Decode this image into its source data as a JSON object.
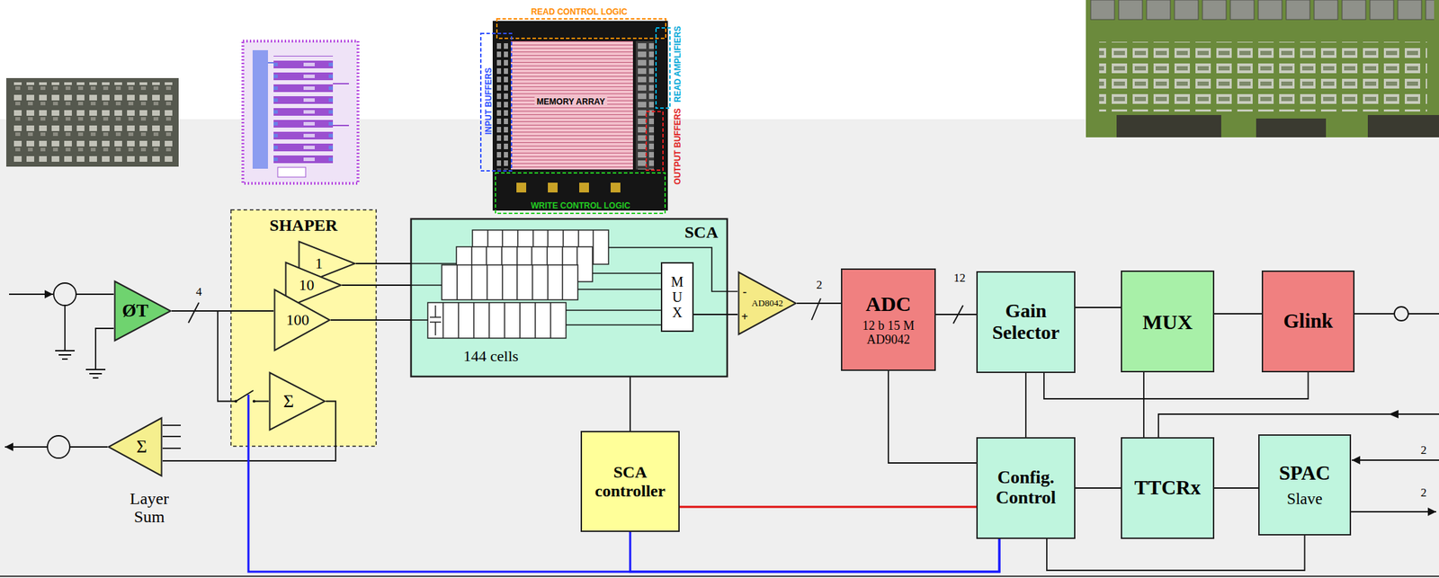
{
  "diagram": {
    "nodes": [
      {
        "text": [
          "ØT"
        ]
      },
      {
        "text": [
          "SHAPER"
        ]
      },
      {
        "text": [
          "1"
        ],
        "in": 1
      },
      {
        "text": [
          "10"
        ],
        "in": 1
      },
      {
        "text": [
          "100"
        ],
        "in": 1
      },
      {
        "text": [
          "Σ"
        ],
        "in": 1
      },
      {
        "text": [
          "Σ",
          "Layer Sum"
        ]
      },
      {
        "text": [
          "SCA",
          "144 cells"
        ]
      },
      {
        "text": [
          "M U X"
        ],
        "in": 7
      },
      {
        "text": [
          "AD8042"
        ]
      },
      {
        "text": [
          "ADC",
          "12 b 15 M AD9042"
        ]
      },
      {
        "text": [
          "Gain Selector"
        ]
      },
      {
        "text": [
          "MUX"
        ]
      },
      {
        "text": [
          "Glink"
        ]
      },
      {
        "text": [
          "SCA controller"
        ]
      },
      {
        "text": [
          "Config. Control"
        ]
      },
      {
        "text": [
          "TTCRx"
        ]
      },
      {
        "text": [
          "SPAC",
          "Slave"
        ]
      }
    ],
    "edges": [
      {
        "from": 0,
        "to": 4,
        "arrow": "none"
      },
      {
        "from": 0,
        "to": 5,
        "arrow": "none"
      },
      {
        "from": 2,
        "to": 7,
        "arrow": "none"
      },
      {
        "from": 3,
        "to": 7,
        "arrow": "none"
      },
      {
        "from": 4,
        "to": 7,
        "arrow": "none"
      },
      {
        "from": 5,
        "to": 6,
        "arrow": "none"
      },
      {
        "from": 8,
        "to": 9,
        "arrow": "none"
      },
      {
        "from": 9,
        "to": 10,
        "arrow": "none"
      },
      {
        "from": 10,
        "to": 11,
        "arrow": "none"
      },
      {
        "from": 11,
        "to": 12,
        "arrow": "none"
      },
      {
        "from": 12,
        "to": 13,
        "arrow": "none"
      },
      {
        "from": 7,
        "to": 14,
        "arrow": "none"
      },
      {
        "from": 14,
        "to": 15,
        "arrow": "none"
      },
      {
        "from": 10,
        "to": 15,
        "arrow": "none"
      },
      {
        "from": 11,
        "to": 15,
        "arrow": "none"
      },
      {
        "from": 11,
        "to": 13,
        "arrow": "none"
      },
      {
        "from": 12,
        "to": 16,
        "arrow": "none"
      },
      {
        "from": 15,
        "to": 16,
        "arrow": "none"
      },
      {
        "from": 16,
        "to": 17,
        "arrow": "none"
      },
      {
        "from": 17,
        "to": 15,
        "arrow": "none"
      },
      {
        "from": 15,
        "to": 1,
        "arrow": "none"
      },
      {
        "from": 15,
        "to": 14,
        "arrow": "none"
      }
    ],
    "labels": [
      "4",
      "2",
      "12",
      "2",
      "2",
      "-",
      "+",
      "READ CONTROL LOGIC",
      "INPUT BUFFERS",
      "MEMORY ARRAY",
      "READ AMPLIFIERS",
      "OUTPUT BUFFERS",
      "WRITE CONTROL LOGIC"
    ]
  }
}
